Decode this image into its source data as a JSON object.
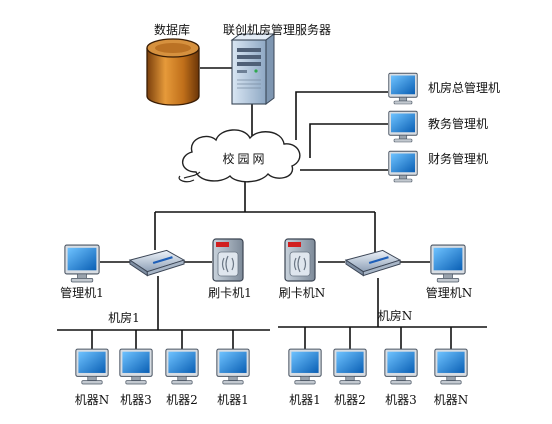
{
  "server": {
    "label": "联创机房管理服务器"
  },
  "database": {
    "label": "数据库"
  },
  "network": {
    "label": "校园网"
  },
  "admin_pcs": [
    {
      "label": "机房总管理机"
    },
    {
      "label": "教务管理机"
    },
    {
      "label": "财务管理机"
    }
  ],
  "room1": {
    "label": "机房1",
    "manager_label": "管理机1",
    "card_reader_label": "刷卡机1",
    "machines": [
      "机器N",
      "机器3",
      "机器2",
      "机器1"
    ]
  },
  "roomN": {
    "label": "机房N",
    "manager_label": "管理机N",
    "card_reader_label": "刷卡机N",
    "machines": [
      "机器1",
      "机器2",
      "机器3",
      "机器N"
    ]
  },
  "colors": {
    "line": "#111111",
    "monitor_screen": "#1f7fd6",
    "database": "#c9781e",
    "server": "#b9cde3",
    "switch": "#b8c6d8",
    "card_reader": "#9aa9ba"
  },
  "icons": {
    "database": "database-cylinder-icon",
    "server": "server-tower-icon",
    "cloud": "cloud-icon",
    "monitor": "monitor-icon",
    "switch": "network-switch-icon",
    "card_reader": "card-reader-icon"
  }
}
